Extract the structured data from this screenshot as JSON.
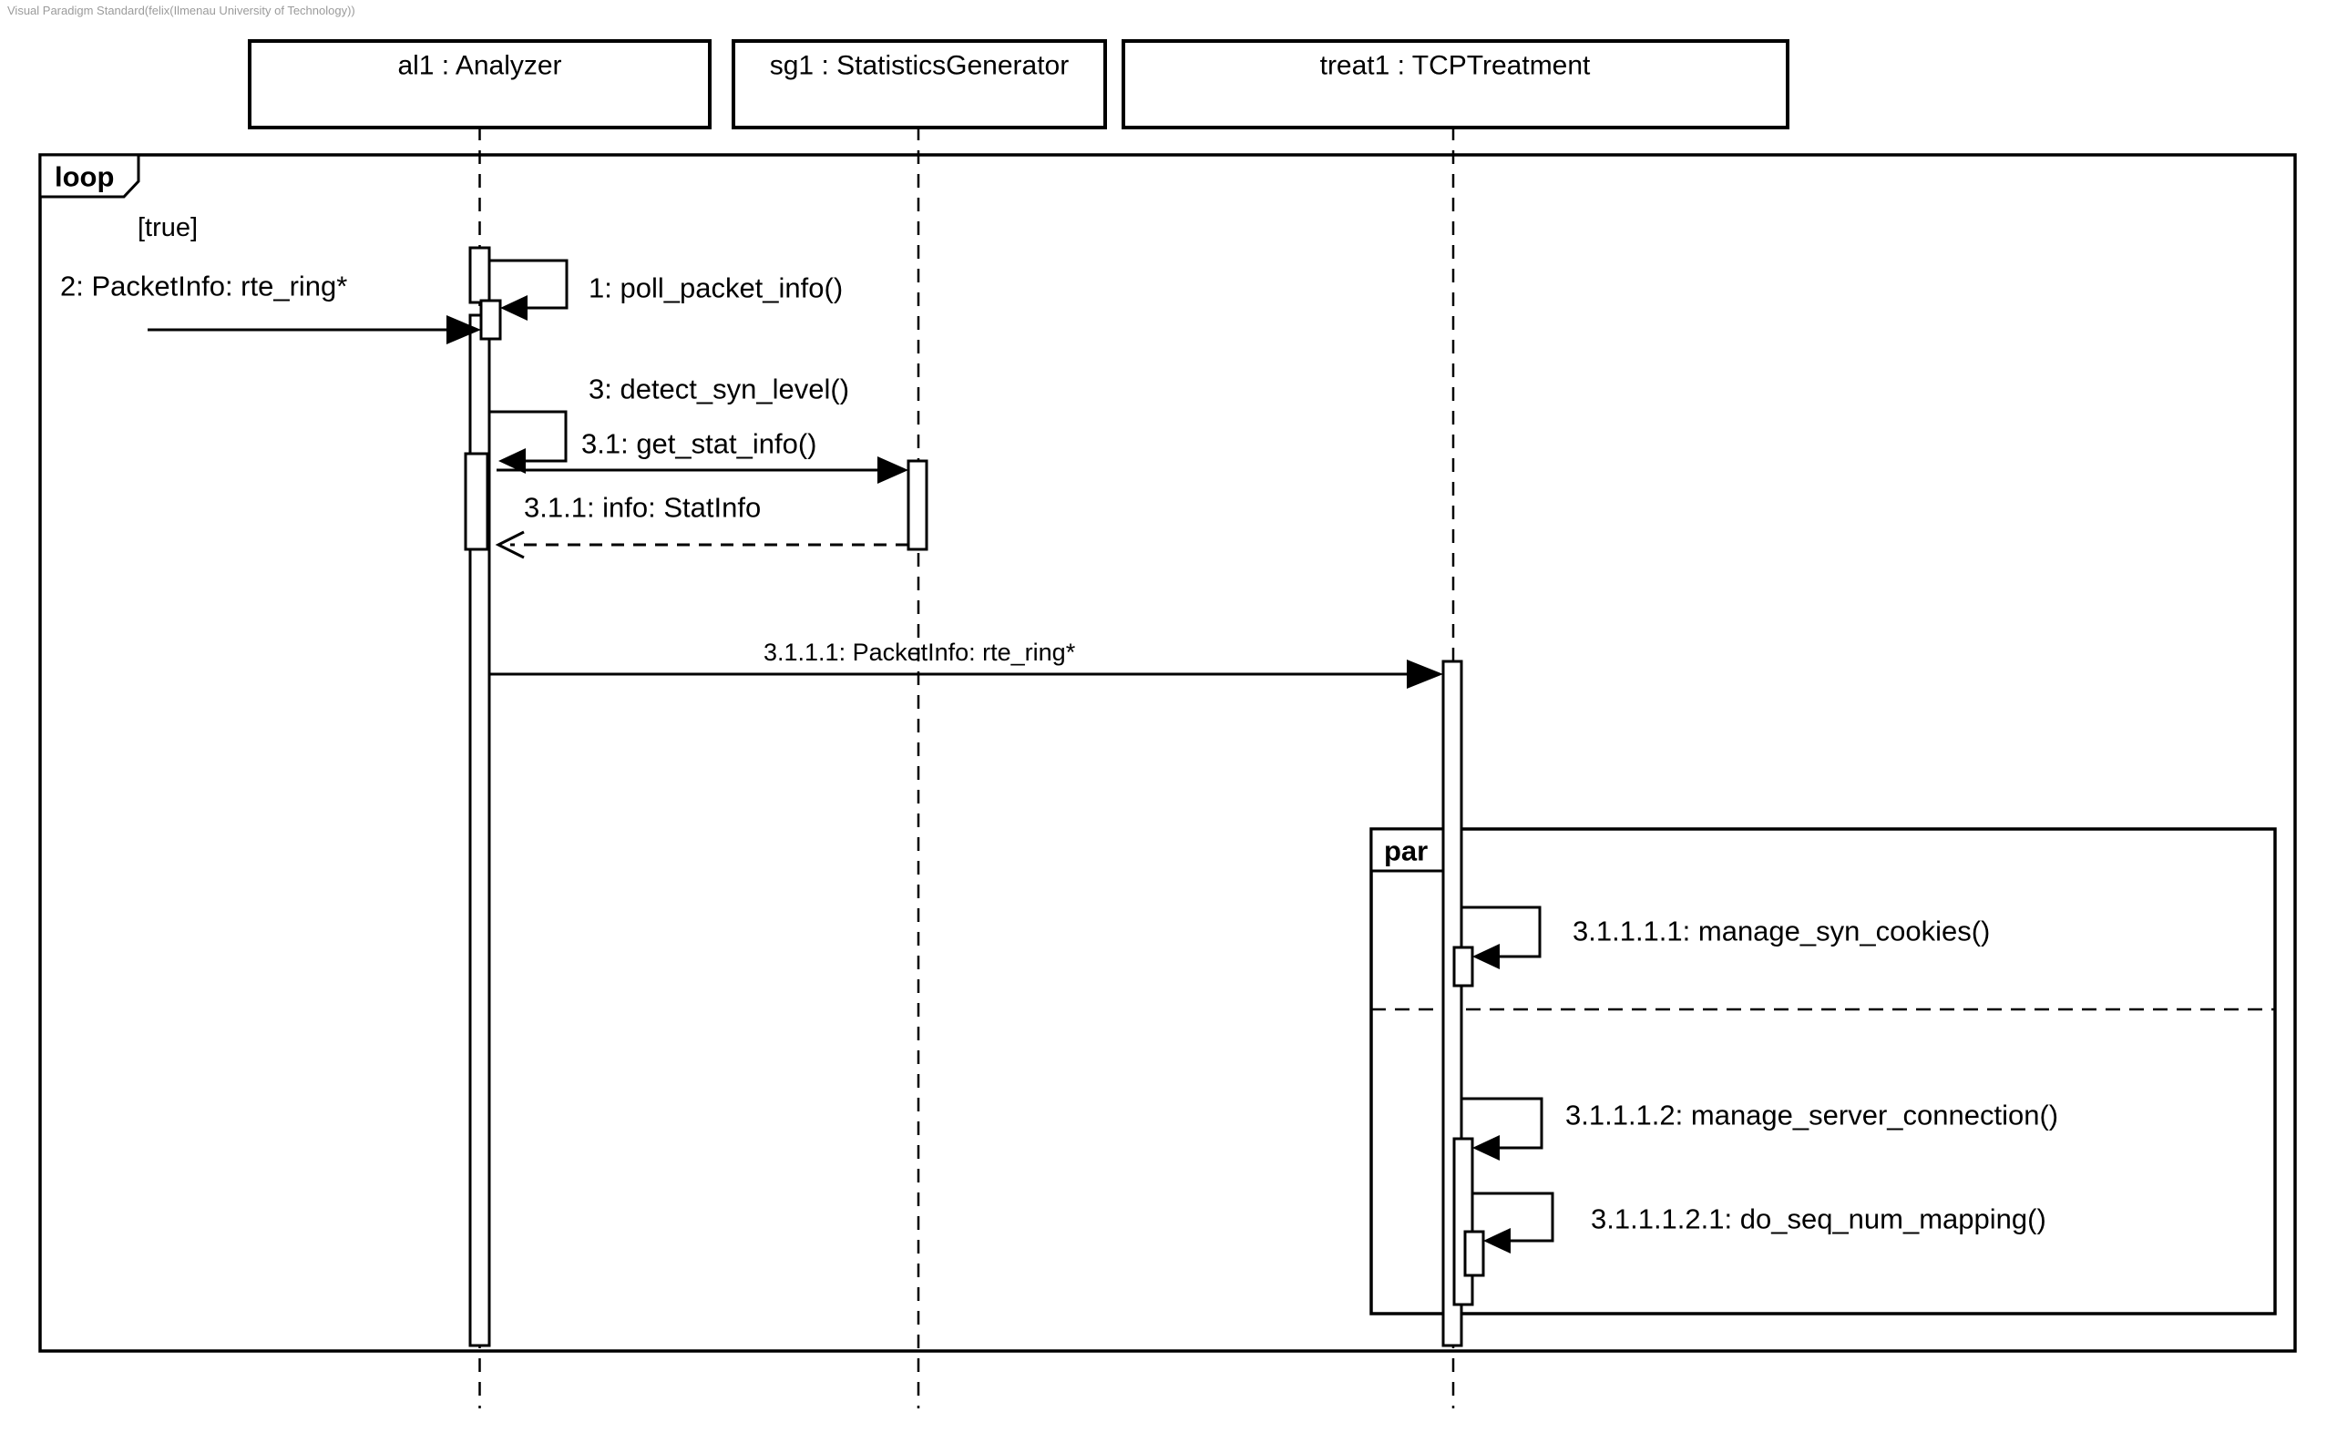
{
  "watermark": "Visual Paradigm Standard(felix(Ilmenau University of Technology))",
  "colors": {
    "line": "#000000",
    "background": "#ffffff",
    "watermark_text": "#9b9b9b"
  },
  "lifelines": [
    {
      "label": "al1 : Analyzer"
    },
    {
      "label": "sg1 : StatisticsGenerator"
    },
    {
      "label": "treat1 : TCPTreatment"
    }
  ],
  "fragments": {
    "loop": {
      "operator": "loop",
      "guard": "[true]"
    },
    "par": {
      "operator": "par"
    }
  },
  "messages": {
    "m1": "1: poll_packet_info()",
    "m2": "2: PacketInfo: rte_ring*",
    "m3": "3: detect_syn_level()",
    "m3_1": "3.1: get_stat_info()",
    "m3_1_1": "3.1.1: info: StatInfo",
    "m3_1_1_1": "3.1.1.1: PacketInfo: rte_ring*",
    "m3_1_1_1_1": "3.1.1.1.1: manage_syn_cookies()",
    "m3_1_1_1_2": "3.1.1.1.2: manage_server_connection()",
    "m3_1_1_1_2_1": "3.1.1.1.2.1: do_seq_num_mapping()"
  }
}
